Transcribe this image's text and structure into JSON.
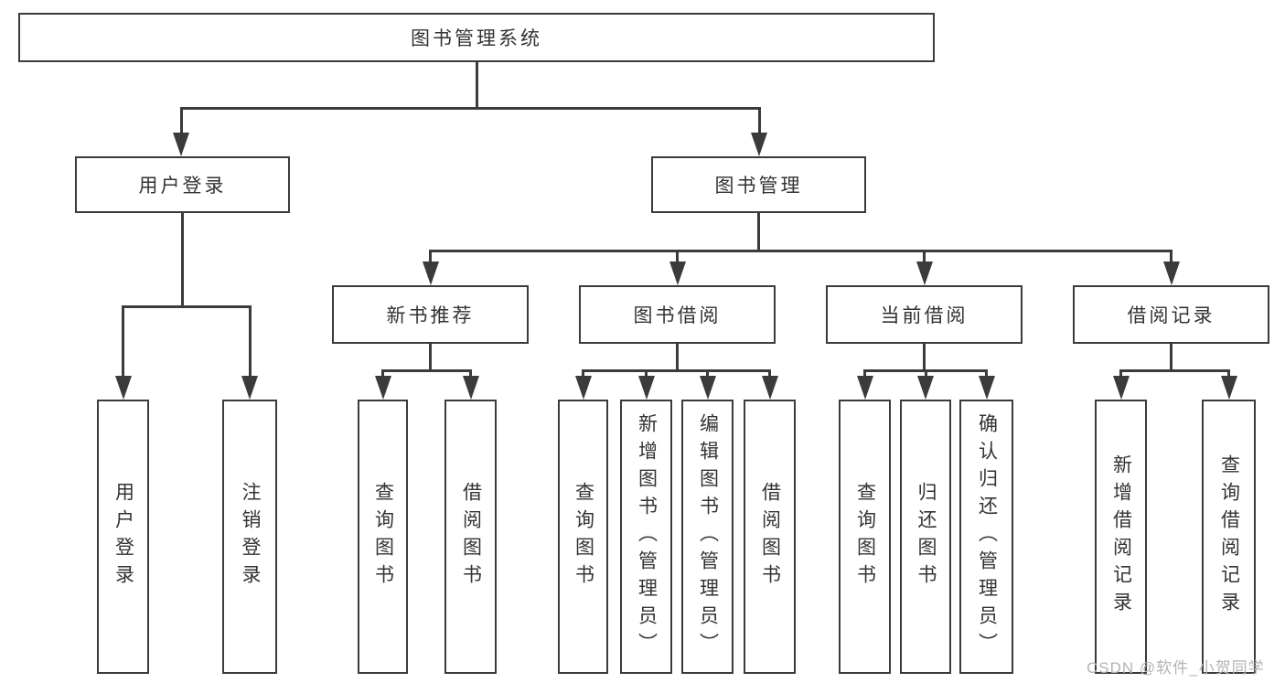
{
  "diagram": {
    "root": "图书管理系统",
    "children": [
      {
        "label": "用户登录",
        "children": [
          "用户登录",
          "注销登录"
        ]
      },
      {
        "label": "图书管理",
        "children": [
          {
            "label": "新书推荐",
            "children": [
              "查询图书",
              "借阅图书"
            ]
          },
          {
            "label": "图书借阅",
            "children": [
              "查询图书",
              "新增图书（管理员）",
              "编辑图书（管理员）",
              "借阅图书"
            ]
          },
          {
            "label": "当前借阅",
            "children": [
              "查询图书",
              "归还图书",
              "确认归还（管理员）"
            ]
          },
          {
            "label": "借阅记录",
            "children": [
              "新增借阅记录",
              "查询借阅记录"
            ]
          }
        ]
      }
    ]
  },
  "watermark": "CSDN @软件_小贺同学",
  "colors": {
    "line": "#3b3b3b",
    "text": "#333333",
    "watermark": "#b3b3b3",
    "bg": "#ffffff"
  }
}
